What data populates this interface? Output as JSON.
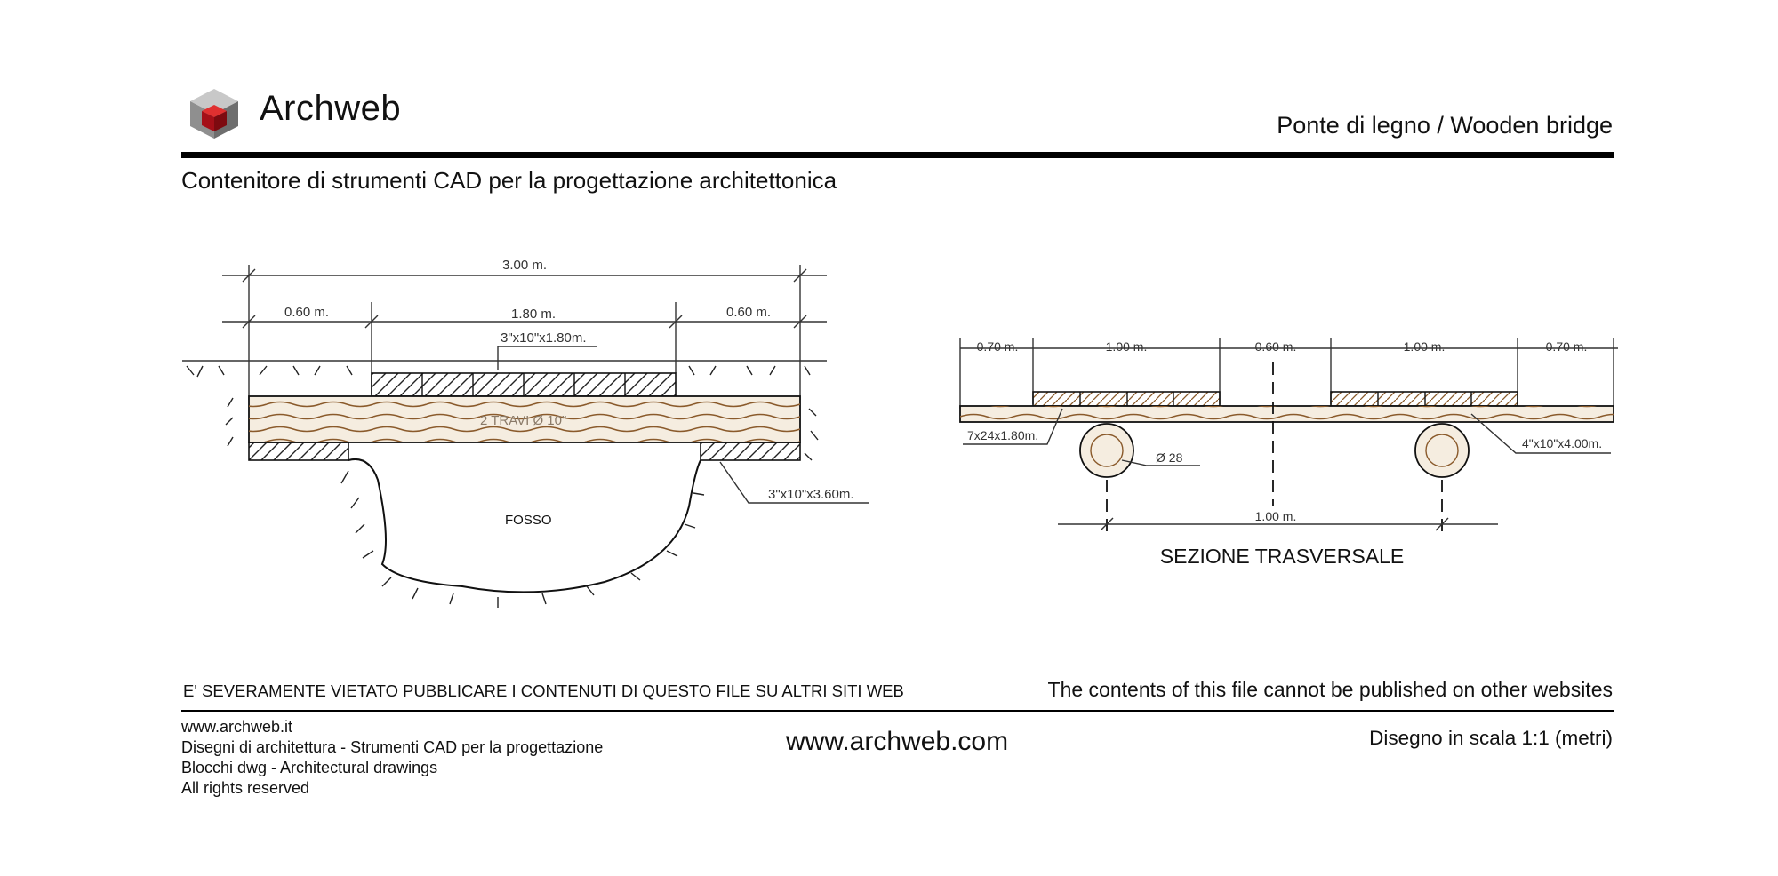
{
  "header": {
    "brand": "Archweb",
    "title": "Ponte di legno  /  Wooden bridge",
    "subtitle": "Contenitore di strumenti CAD per la progettazione architettonica"
  },
  "longitudinal": {
    "dim_total": "3.00 m.",
    "dim_left": "0.60 m.",
    "dim_center": "1.80 m.",
    "dim_right": "0.60 m.",
    "plank_label": "3\"x10\"x1.80m.",
    "beams_label": "2 TRAVI  Ø 10\"",
    "support_label": "3\"x10\"x3.60m.",
    "ditch_label": "FOSSO"
  },
  "cross_section": {
    "dims_top": [
      "0.70 m.",
      "1.00 m.",
      "0.60 m.",
      "1.00 m.",
      "0.70 m."
    ],
    "plank_left_label": "7x24x1.80m.",
    "diameter_label": "Ø 28",
    "plank_right_label": "4\"x10\"x4.00m.",
    "dim_bottom": "1.00 m.",
    "title": "SEZIONE TRASVERSALE"
  },
  "footer": {
    "warning_it": "E' SEVERAMENTE VIETATO PUBBLICARE I CONTENUTI DI QUESTO FILE SU ALTRI SITI WEB",
    "warning_en": "The contents of this file cannot be published on other websites",
    "credits": [
      "www.archweb.it",
      "Disegni di architettura - Strumenti CAD  per la progettazione",
      "Blocchi dwg - Architectural drawings",
      "All rights reserved"
    ],
    "site": "www.archweb.com",
    "scale": "Disegno in scala 1:1 (metri)"
  },
  "colors": {
    "wood": "#8a5a2b",
    "wood_fill": "#f5ede0",
    "logo_red": "#b3121b",
    "logo_grey": "#9a9a9a"
  }
}
